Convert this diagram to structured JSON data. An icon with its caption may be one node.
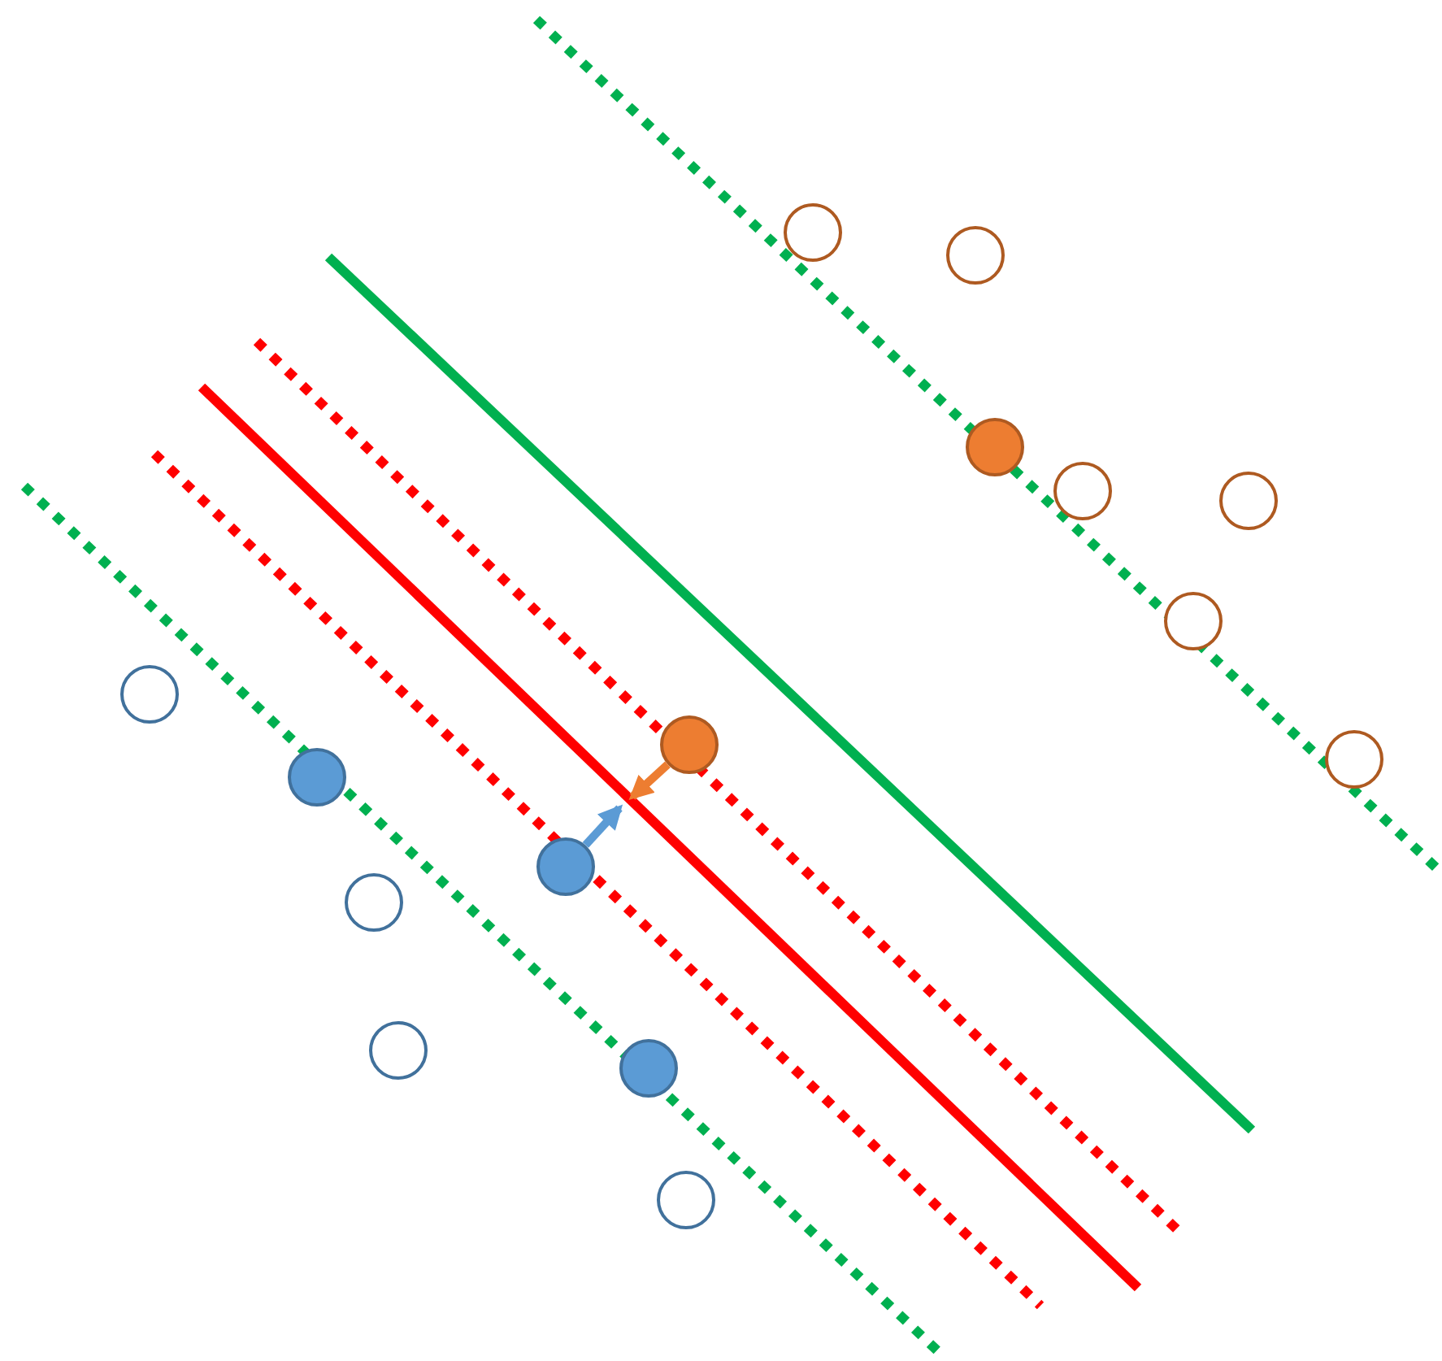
{
  "diagram": {
    "nodes": [
      {
        "text": [],
        "shape": "circle"
      },
      {
        "text": [],
        "shape": "circle"
      },
      {
        "text": [],
        "shape": "circle"
      },
      {
        "text": [],
        "shape": "circle"
      },
      {
        "text": [],
        "shape": "circle"
      },
      {
        "text": [],
        "shape": "circle"
      },
      {
        "text": [],
        "shape": "circle"
      },
      {
        "text": [],
        "shape": "circle"
      },
      {
        "text": [],
        "shape": "circle"
      },
      {
        "text": [],
        "shape": "circle"
      },
      {
        "text": [],
        "shape": "circle"
      },
      {
        "text": [],
        "shape": "circle"
      },
      {
        "text": [],
        "shape": "circle"
      },
      {
        "text": [],
        "shape": "circle"
      },
      {
        "text": [],
        "shape": "circle"
      }
    ],
    "edges": [
      {
        "from": 7,
        "to": null,
        "arrow": "to",
        "color": "#ed7d31"
      },
      {
        "from": 10,
        "to": null,
        "arrow": "to",
        "color": "#5b9bd5"
      }
    ]
  }
}
